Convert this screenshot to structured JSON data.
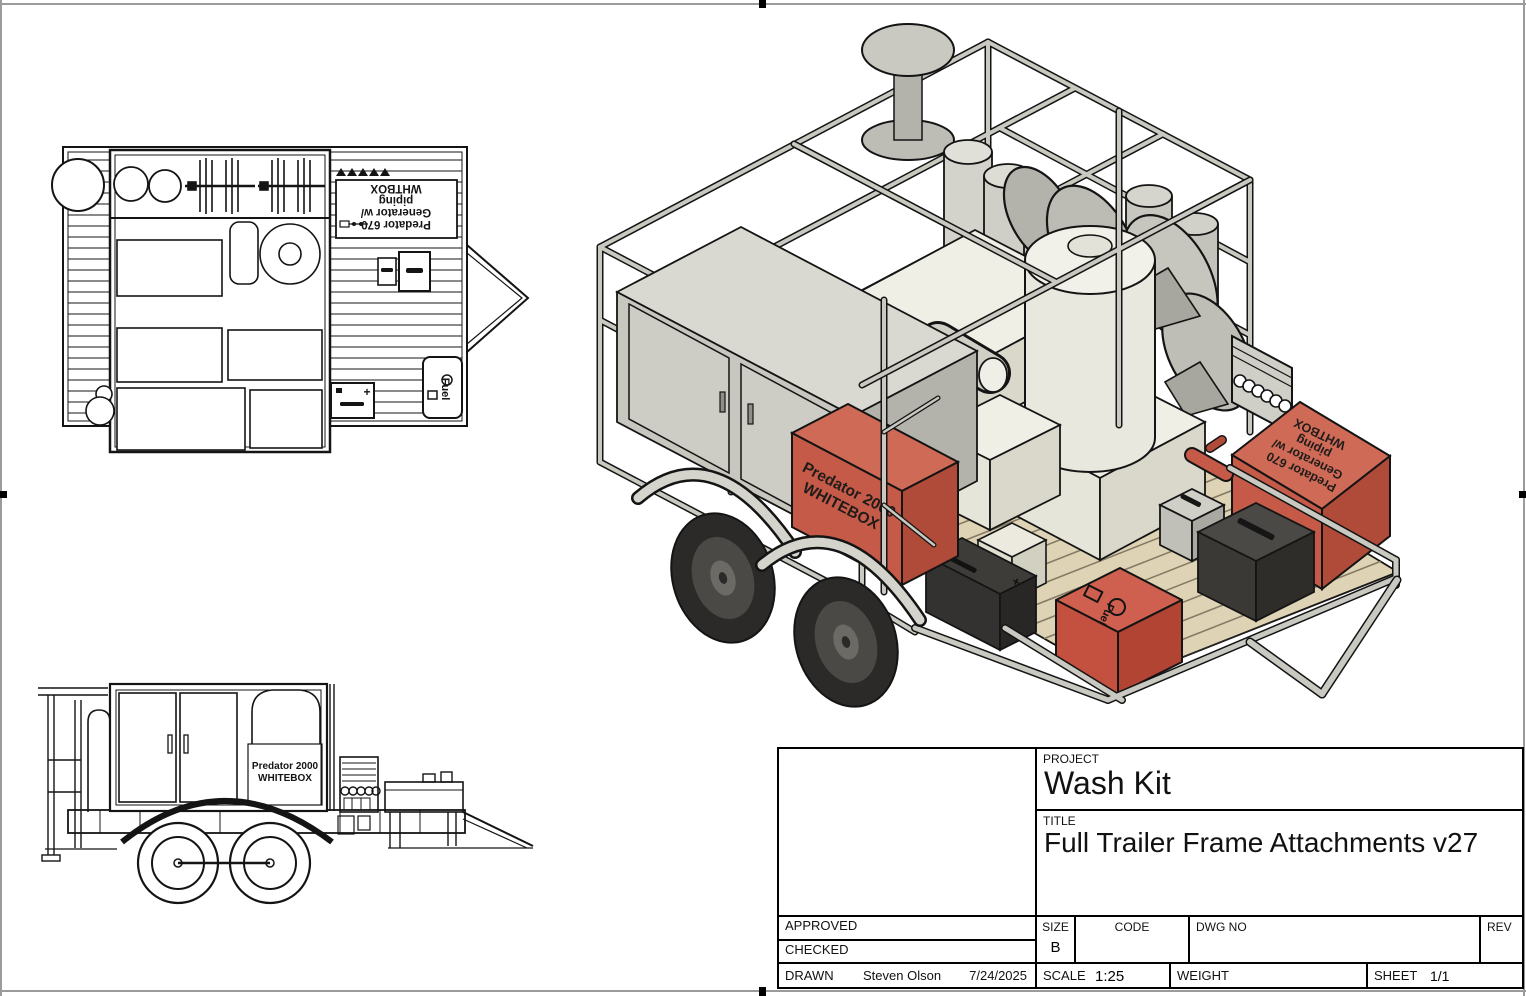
{
  "sheet": {
    "border_color": "#9b9b9b",
    "line_color": "#141414"
  },
  "title_block": {
    "project_label": "PROJECT",
    "project_value": "Wash Kit",
    "title_label": "TITLE",
    "title_value": "Full Trailer Frame Attachments v27",
    "approved_label": "APPROVED",
    "approved_value": "",
    "checked_label": "CHECKED",
    "checked_value": "",
    "drawn_label": "DRAWN",
    "drawn_by": "Steven Olson",
    "drawn_date": "7/24/2025",
    "size_label": "SIZE",
    "size_value": "B",
    "code_label": "CODE",
    "code_value": "",
    "dwg_no_label": "DWG NO",
    "dwg_no_value": "",
    "rev_label": "REV",
    "rev_value": "",
    "scale_label": "SCALE",
    "scale_value": "1:25",
    "weight_label": "WEIGHT",
    "weight_value": "",
    "sheet_label": "SHEET",
    "sheet_value": "1/1"
  },
  "labels": {
    "gen2000_line1": "Predator 2000",
    "gen2000_line2": "WHITEBOX",
    "gen670_line1": "Predator 670",
    "gen670_line2": "Generator w/",
    "gen670_line3": "piping",
    "gen670_line4": "WHTBOX",
    "fuel": "Fuel",
    "battery_plus": "+"
  },
  "colors": {
    "red_top": "#cf6a57",
    "red_left": "#c65a48",
    "red_right": "#b04a39",
    "frame_gray": "#c9c9c2",
    "panel_light": "#d9d9d1",
    "panel_mid": "#c7c7bf",
    "panel_dark": "#b3b3ab",
    "cream_top": "#f0efe6",
    "cream_left": "#e6e5da",
    "cream_right": "#d9d8cb",
    "deck_wood": "#ded3b4",
    "wheel_dark": "#2b2a28"
  }
}
